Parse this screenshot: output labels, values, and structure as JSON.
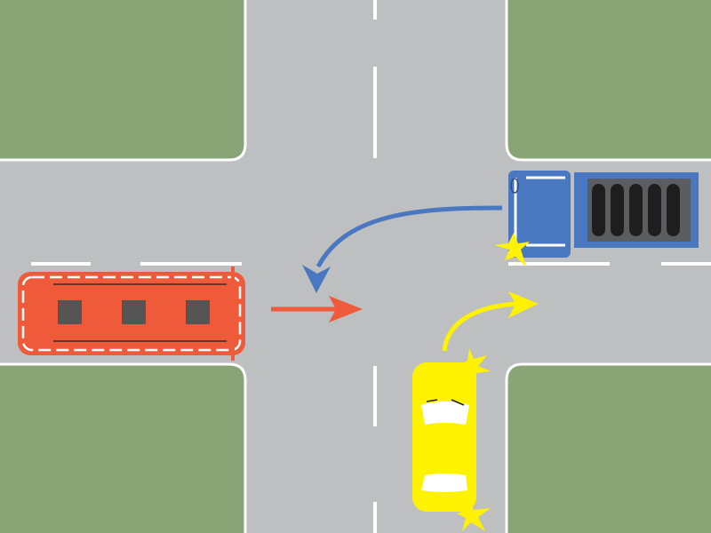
{
  "scene": {
    "description_type": "intersection",
    "colors": {
      "grass": "#8aa575",
      "road": "#bebfc1",
      "marking": "#ffffff",
      "bus": "#ee5a3a",
      "truck": "#4a78c0",
      "truck_cargo_panel": "#5c5d60",
      "car": "#fff200",
      "turn_signal": "#fff200"
    },
    "vehicles": [
      {
        "id": "bus",
        "direction": "straight"
      },
      {
        "id": "truck",
        "direction": "left-turn",
        "signal": "left"
      },
      {
        "id": "car",
        "direction": "right-turn",
        "signal": "right"
      }
    ]
  }
}
